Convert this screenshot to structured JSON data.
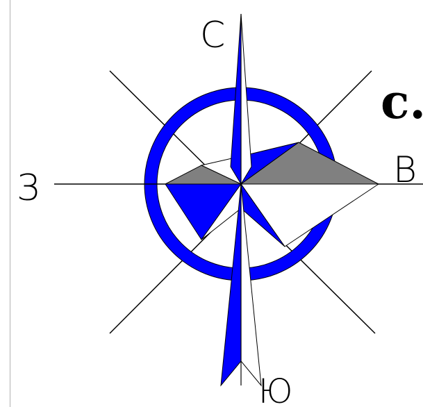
{
  "labels": {
    "north": "С",
    "south": "Ю",
    "west": "З",
    "east": "В",
    "heading_fragment": "с."
  },
  "colors": {
    "primary": "#0000ff",
    "shade": "#808080",
    "line": "#000000",
    "background": "#ffffff"
  }
}
